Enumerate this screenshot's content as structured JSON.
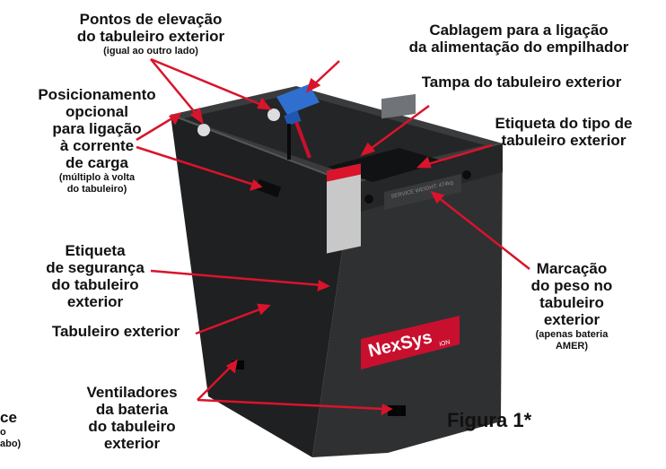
{
  "labels": {
    "lift_points": {
      "main_1": "Pontos de elevação",
      "main_2": "do tabuleiro exterior",
      "sub": "(igual ao outro lado)"
    },
    "cabling": {
      "main_1": "Cablagem para a ligação",
      "main_2": "da alimentação do empilhador"
    },
    "lid": {
      "main_1": "Tampa do tabuleiro exterior"
    },
    "type_label": {
      "main_1": "Etiqueta do tipo de",
      "main_2": "tabuleiro exterior"
    },
    "charge_position": {
      "main_1": "Posicionamento",
      "main_2": "opcional",
      "main_3": "para ligação",
      "main_4": "à corrente",
      "main_5": "de carga",
      "sub_1": "(múltiplo à volta",
      "sub_2": "do tabuleiro)"
    },
    "safety_label": {
      "main_1": "Etiqueta",
      "main_2": "de segurança",
      "main_3": "do tabuleiro",
      "main_4": "exterior"
    },
    "weight_marking": {
      "main_1": "Marcação",
      "main_2": "do peso no",
      "main_3": "tabuleiro",
      "main_4": "exterior",
      "sub_1": "(apenas bateria",
      "sub_2": "AMER)"
    },
    "outer_tray": {
      "main_1": "Tabuleiro exterior"
    },
    "fans": {
      "main_1": "Ventiladores",
      "main_2": "da bateria",
      "main_3": "do tabuleiro",
      "main_4": "exterior"
    },
    "cut_left": {
      "main_1": "ce",
      "sub_1": "o",
      "sub_2": "abo)"
    }
  },
  "figure_caption": "Figura 1*",
  "battery": {
    "brand": "NexSys",
    "brand_suffix": "iON",
    "engraving": "SERVICE WEIGHT: 474kg"
  },
  "colors": {
    "arrow": "#d9142b",
    "tray": "#2c2d2f",
    "tray_light": "#3b3c3e",
    "tray_dark": "#1c1d1f",
    "connector": "#2f6fd0",
    "brand_red": "#c8102e"
  }
}
